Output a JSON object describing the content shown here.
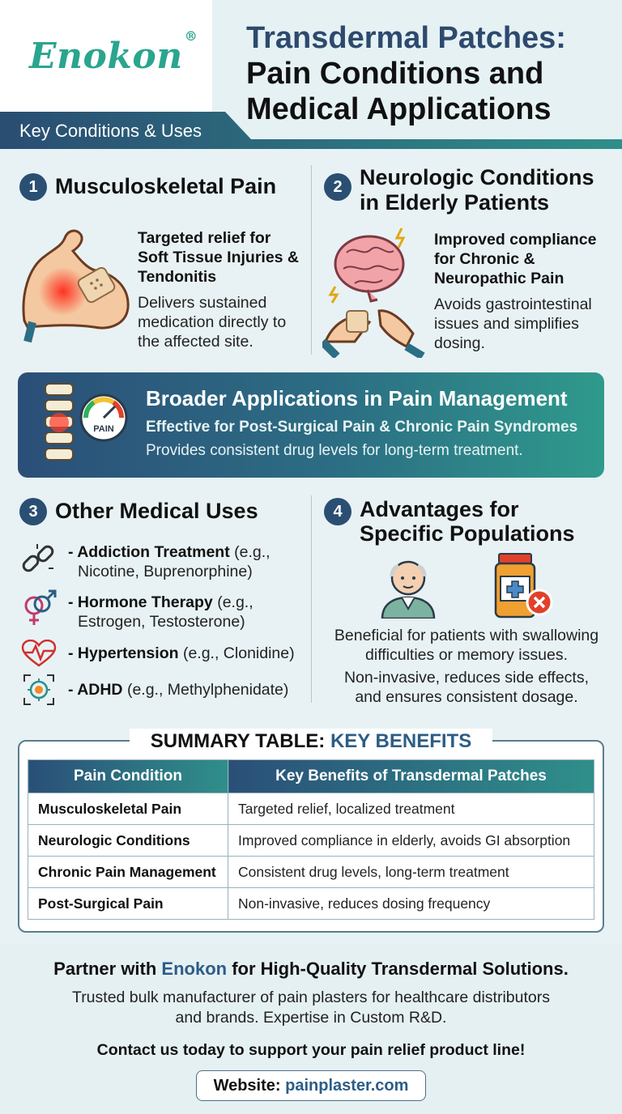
{
  "header": {
    "logo": "Enokon",
    "logo_mark": "®",
    "title_line1": "Transdermal Patches:",
    "title_line2": "Pain Conditions and",
    "title_line3": "Medical Applications",
    "banner": "Key Conditions & Uses"
  },
  "section1": {
    "number": "1",
    "title": "Musculoskeletal Pain",
    "bold_lines": [
      "Targeted relief for",
      "Soft Tissue Injuries &",
      "Tendonitis"
    ],
    "desc_lines": [
      "Delivers sustained",
      "medication directly to",
      "the affected site."
    ],
    "icon": "flexed-arm-patch-icon"
  },
  "section2": {
    "number": "2",
    "title_lines": [
      "Neurologic Conditions",
      "in Elderly Patients"
    ],
    "bold_lines": [
      "Improved compliance",
      "for Chronic &",
      "Neuropathic Pain"
    ],
    "desc_lines": [
      "Avoids gastrointestinal",
      "issues and simplifies",
      "dosing."
    ],
    "icon": "brain-hands-patch-icon"
  },
  "broader": {
    "title": "Broader Applications in Pain Management",
    "subtitle": "Effective for Post-Surgical Pain & Chronic Pain Syndromes",
    "desc": "Provides consistent drug levels for long-term treatment.",
    "gauge_label": "PAIN",
    "icon": "spine-gauge-icon"
  },
  "section3": {
    "number": "3",
    "title": "Other Medical Uses",
    "items": [
      {
        "bold": "- Addiction Treatment",
        "rest": " (e.g.,",
        "line2": "Nicotine, Buprenorphine)",
        "icon": "broken-chain-icon"
      },
      {
        "bold": "- Hormone Therapy",
        "rest": " (e.g.,",
        "line2": "Estrogen, Testosterone)",
        "icon": "gender-symbols-icon"
      },
      {
        "bold": "- Hypertension",
        "rest": " (e.g., Clonidine)",
        "line2": "",
        "icon": "heartbeat-icon"
      },
      {
        "bold": "- ADHD",
        "rest": " (e.g., Methylphenidate)",
        "line2": "",
        "icon": "focus-target-icon"
      }
    ]
  },
  "section4": {
    "number": "4",
    "title_lines": [
      "Advantages for",
      "Specific Populations"
    ],
    "desc_lines": [
      "Beneficial for patients with swallowing",
      "difficulties or memory issues.",
      "Non-invasive, reduces side effects,",
      "and ensures consistent dosage."
    ],
    "icons": [
      "elderly-person-icon",
      "pill-bottle-cross-icon"
    ]
  },
  "summary": {
    "title_prefix": "SUMMARY TABLE: ",
    "title_accent": "KEY BENEFITS",
    "headers": [
      "Pain Condition",
      "Key Benefits of Transdermal Patches"
    ],
    "rows": [
      [
        "Musculoskeletal Pain",
        "Targeted relief, localized treatment"
      ],
      [
        "Neurologic Conditions",
        "Improved compliance in elderly, avoids GI absorption"
      ],
      [
        "Chronic Pain Management",
        "Consistent drug levels, long-term treatment"
      ],
      [
        "Post-Surgical Pain",
        "Non-invasive, reduces dosing frequency"
      ]
    ]
  },
  "footer": {
    "line1_pre": "Partner with ",
    "line1_brand": "Enokon",
    "line1_post": " for High-Quality Transdermal Solutions.",
    "line2a": "Trusted bulk manufacturer of pain plasters for healthcare distributors",
    "line2b": "and brands. Expertise in Custom R&D.",
    "line3": "Contact us today to support your pain relief product line!",
    "website_label": "Website: ",
    "website_url": "painplaster.com"
  },
  "colors": {
    "brand_green": "#2aa58e",
    "navy": "#2a4f73",
    "accent_blue": "#2c5d86",
    "teal": "#2f9a8c"
  }
}
